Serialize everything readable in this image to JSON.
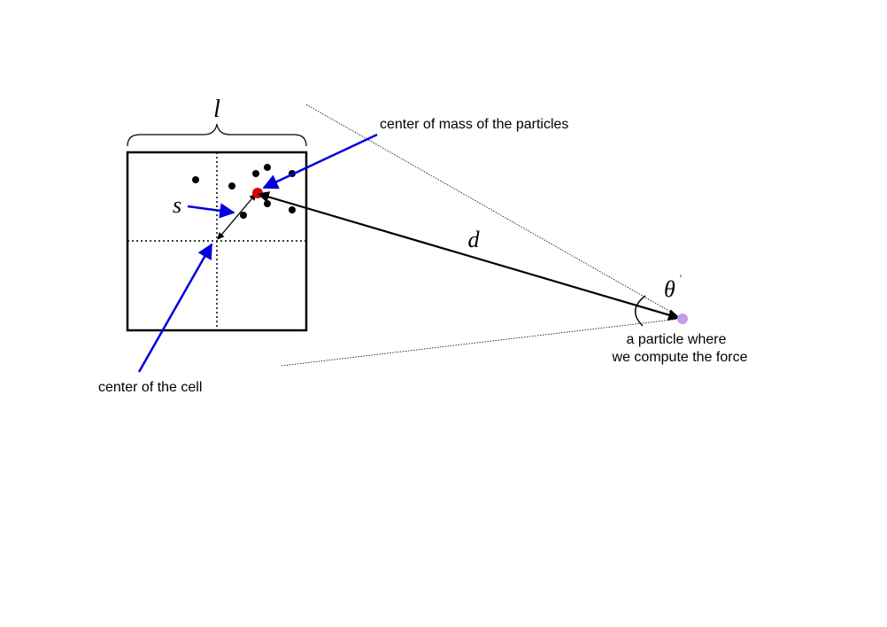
{
  "labels": {
    "cell_size": "l",
    "offset": "s",
    "distance": "d",
    "angle": "θ",
    "angle_prime": "'",
    "center_of_mass": "center of mass of the particles",
    "cell_center": "center of the cell",
    "target_line1": "a particle where",
    "target_line2": "we compute the force"
  },
  "colors": {
    "annotation_arrow": "#0000dd",
    "center_of_mass_point": "#dd0000",
    "target_particle": "#c79ae8",
    "ink": "#000000"
  }
}
